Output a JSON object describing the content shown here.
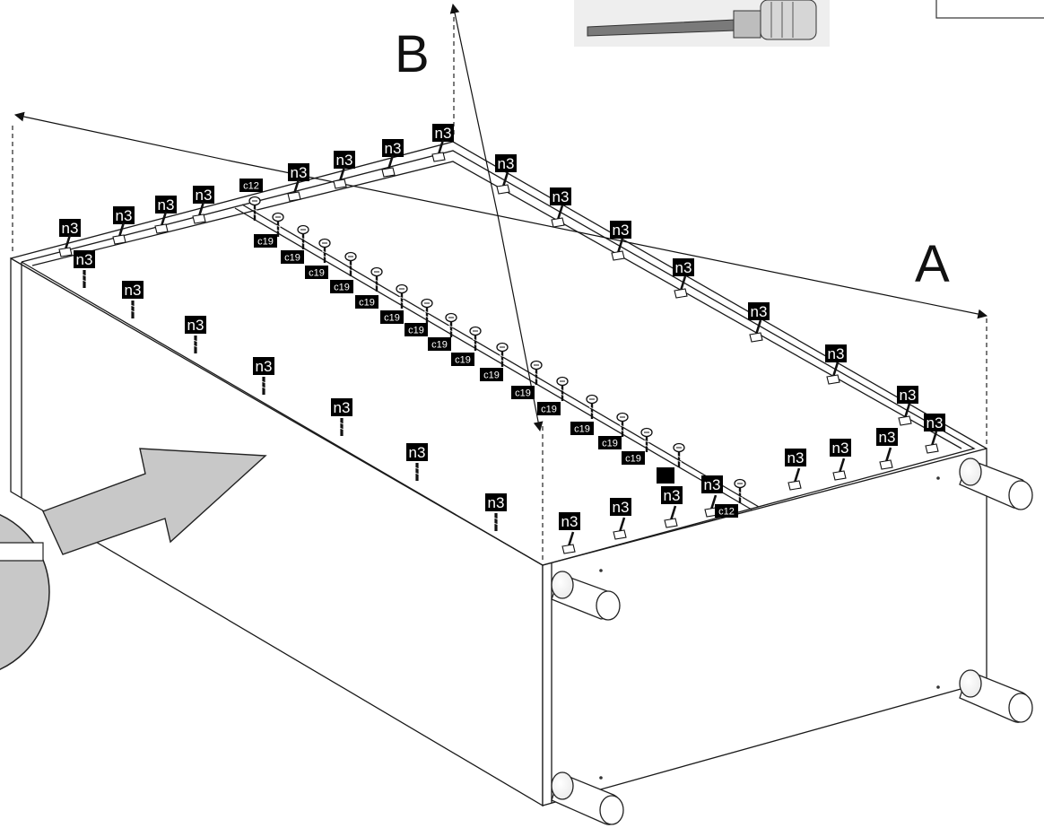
{
  "dimension_labels": {
    "a": "A",
    "b": "B"
  },
  "tags": {
    "n3": "n3",
    "c19": "c19",
    "c12": "c12"
  }
}
